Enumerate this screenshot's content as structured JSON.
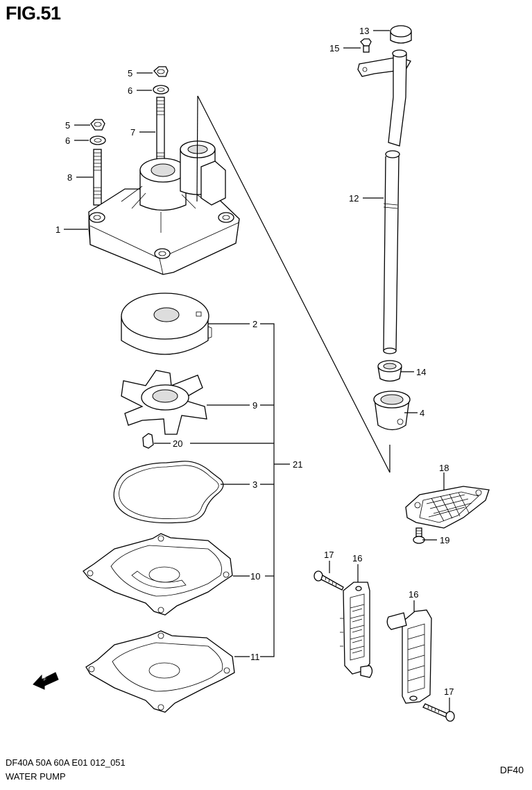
{
  "figure": {
    "title": "FIG.51"
  },
  "footer": {
    "line1": "DF40A 50A 60A E01 012_051",
    "line2": "WATER PUMP",
    "model": "DF40"
  },
  "callouts": {
    "c1": "1",
    "c2": "2",
    "c3": "3",
    "c4": "4",
    "c5a": "5",
    "c5b": "5",
    "c6a": "6",
    "c6b": "6",
    "c7": "7",
    "c8": "8",
    "c9": "9",
    "c10": "10",
    "c11": "11",
    "c12": "12",
    "c13": "13",
    "c14": "14",
    "c15": "15",
    "c16a": "16",
    "c16b": "16",
    "c17a": "17",
    "c17b": "17",
    "c18": "18",
    "c19": "19",
    "c20": "20",
    "c21": "21"
  },
  "icons": {
    "forward": "fwd-arrow-icon"
  }
}
